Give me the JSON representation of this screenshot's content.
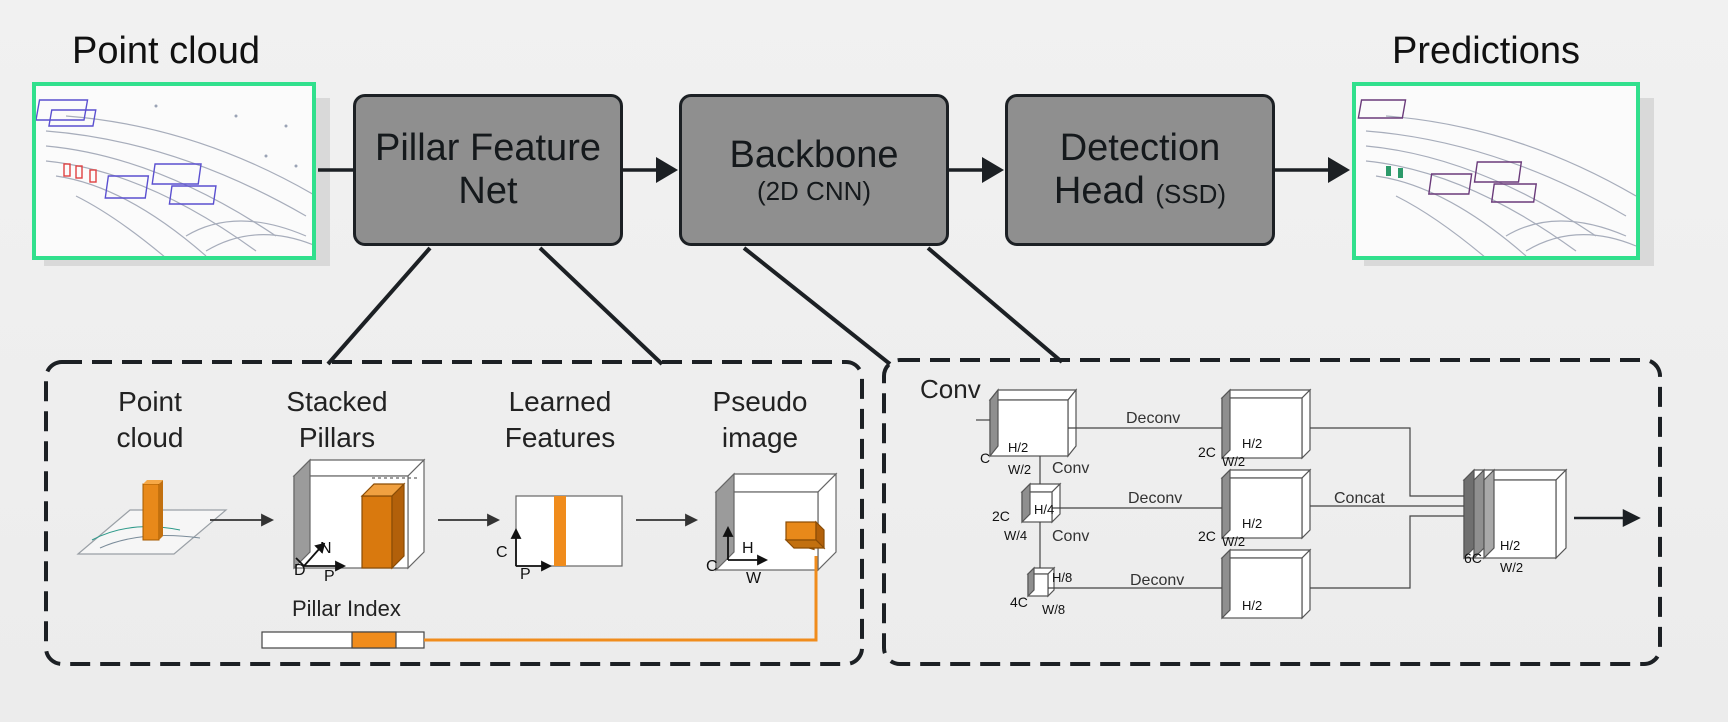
{
  "top": {
    "input_title": "Point cloud",
    "output_title": "Predictions",
    "blocks": [
      {
        "line1": "Pillar Feature",
        "line2": "Net",
        "sub": ""
      },
      {
        "line1": "Backbone",
        "line2": "",
        "sub": "(2D CNN)"
      },
      {
        "line1": "Detection",
        "line2": "Head",
        "sub": "(SSD)"
      }
    ]
  },
  "pillar_panel": {
    "stages": [
      {
        "line1": "Point",
        "line2": "cloud"
      },
      {
        "line1": "Stacked",
        "line2": "Pillars"
      },
      {
        "line1": "Learned",
        "line2": "Features"
      },
      {
        "line1": "Pseudo",
        "line2": "image"
      }
    ],
    "axes": {
      "d": "D",
      "n": "N",
      "p": "P",
      "c": "C",
      "h": "H",
      "w": "W"
    },
    "pillar_index": "Pillar Index"
  },
  "backbone_panel": {
    "conv_title": "Conv",
    "conv": "Conv",
    "deconv": "Deconv",
    "concat": "Concat",
    "dims": {
      "c": "C",
      "h2": "H/2",
      "w2": "W/2",
      "c2": "2C",
      "h4": "H/4",
      "w4": "W/4",
      "c4": "4C",
      "h8": "H/8",
      "w8": "W/8",
      "c6": "6C"
    }
  },
  "colors": {
    "block_fill": "#8f8f8f",
    "block_border": "#1c2024",
    "thumb_border": "#31e08d",
    "orange": "#f08c1c",
    "dashed": "#1c2024"
  }
}
